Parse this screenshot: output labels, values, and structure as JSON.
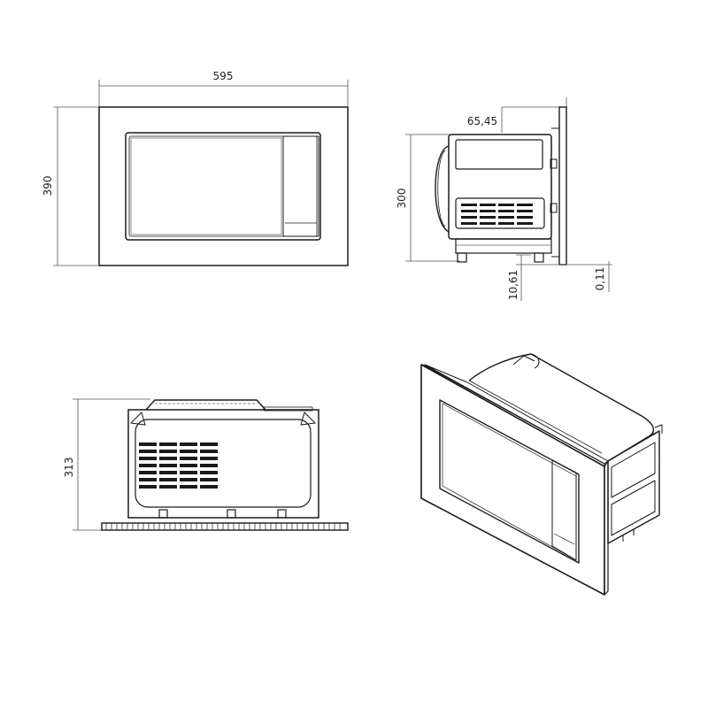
{
  "dimensions": {
    "width": "595",
    "height_front": "390",
    "depth_offset": "65,45",
    "height_side": "300",
    "foot_height": "10,61",
    "gap": "0,11",
    "height_back": "313"
  },
  "colors": {
    "line": "#1a1a1a",
    "dim_line": "#555555",
    "background": "#ffffff"
  }
}
